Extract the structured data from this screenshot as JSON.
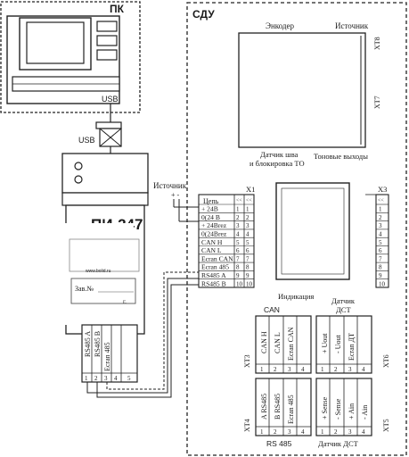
{
  "pc": {
    "title": "ПК",
    "usb_label": "USB"
  },
  "cable": {
    "usb_label": "USB"
  },
  "converter": {
    "model_text": "ПИ-247",
    "serial_label": "Зав.№",
    "year_suffix": "г.",
    "site_text": "www.bolid.ru",
    "terminals": [
      "RS485 A",
      "RS485 B",
      "Ecran 485"
    ],
    "terminal_numbers": [
      "1",
      "2",
      "3",
      "4",
      "5"
    ]
  },
  "source_label": "Источник",
  "sdu": {
    "title": "СДУ",
    "encoder_label": "Энкодер",
    "source_label": "Источник",
    "xt8": "XT8",
    "xt7": "XT7",
    "sensor_label_line1": "Датчик шва",
    "sensor_label_line2": "и блокировка ТО",
    "tone_outputs_label": "Тоновые выходы",
    "indication_label": "Индикация"
  },
  "x1": {
    "label": "X1",
    "header": "Цепь",
    "rows": [
      {
        "name": "+ 24B",
        "num": "1"
      },
      {
        "name": "0(24 B",
        "num": "2"
      },
      {
        "name": "+ 24Brez",
        "num": "3"
      },
      {
        "name": "0(24Brez",
        "num": "4"
      },
      {
        "name": "CAN H",
        "num": "5"
      },
      {
        "name": "CAN L",
        "num": "6"
      },
      {
        "name": "Ecran CAN",
        "num": "7"
      },
      {
        "name": "Ecran 485",
        "num": "8"
      },
      {
        "name": "RS485 A",
        "num": "9"
      },
      {
        "name": "RS485 B",
        "num": "10"
      }
    ]
  },
  "x3": {
    "label": "X3",
    "numbers": [
      "1",
      "2",
      "3",
      "4",
      "5",
      "6",
      "7",
      "8",
      "9",
      "10"
    ]
  },
  "xt3": {
    "title": "CAN",
    "label": "XT3",
    "pins": [
      "CAN H",
      "CAN L",
      "Ecran CAN",
      ""
    ],
    "numbers": [
      "1",
      "2",
      "3",
      "4"
    ]
  },
  "xt6": {
    "title_line1": "Датчик",
    "title_line2": "ДСТ",
    "label": "XT6",
    "pins": [
      "+ Uout",
      "- Uout",
      "Ecran ДТ",
      ""
    ],
    "numbers": [
      "1",
      "2",
      "3",
      "4"
    ]
  },
  "xt4": {
    "bottom_label": "RS 485",
    "label": "XT4",
    "pins": [
      "A RS485",
      "B RS485",
      "Ecran 485",
      ""
    ],
    "numbers": [
      "1",
      "2",
      "3",
      "4"
    ]
  },
  "xt5": {
    "bottom_label": "Датчик ДСТ",
    "label": "XT5",
    "pins": [
      "+ Sense",
      "- Sense",
      "+ Ain",
      "- Ain"
    ],
    "numbers": [
      "1",
      "2",
      "3",
      "4"
    ]
  }
}
